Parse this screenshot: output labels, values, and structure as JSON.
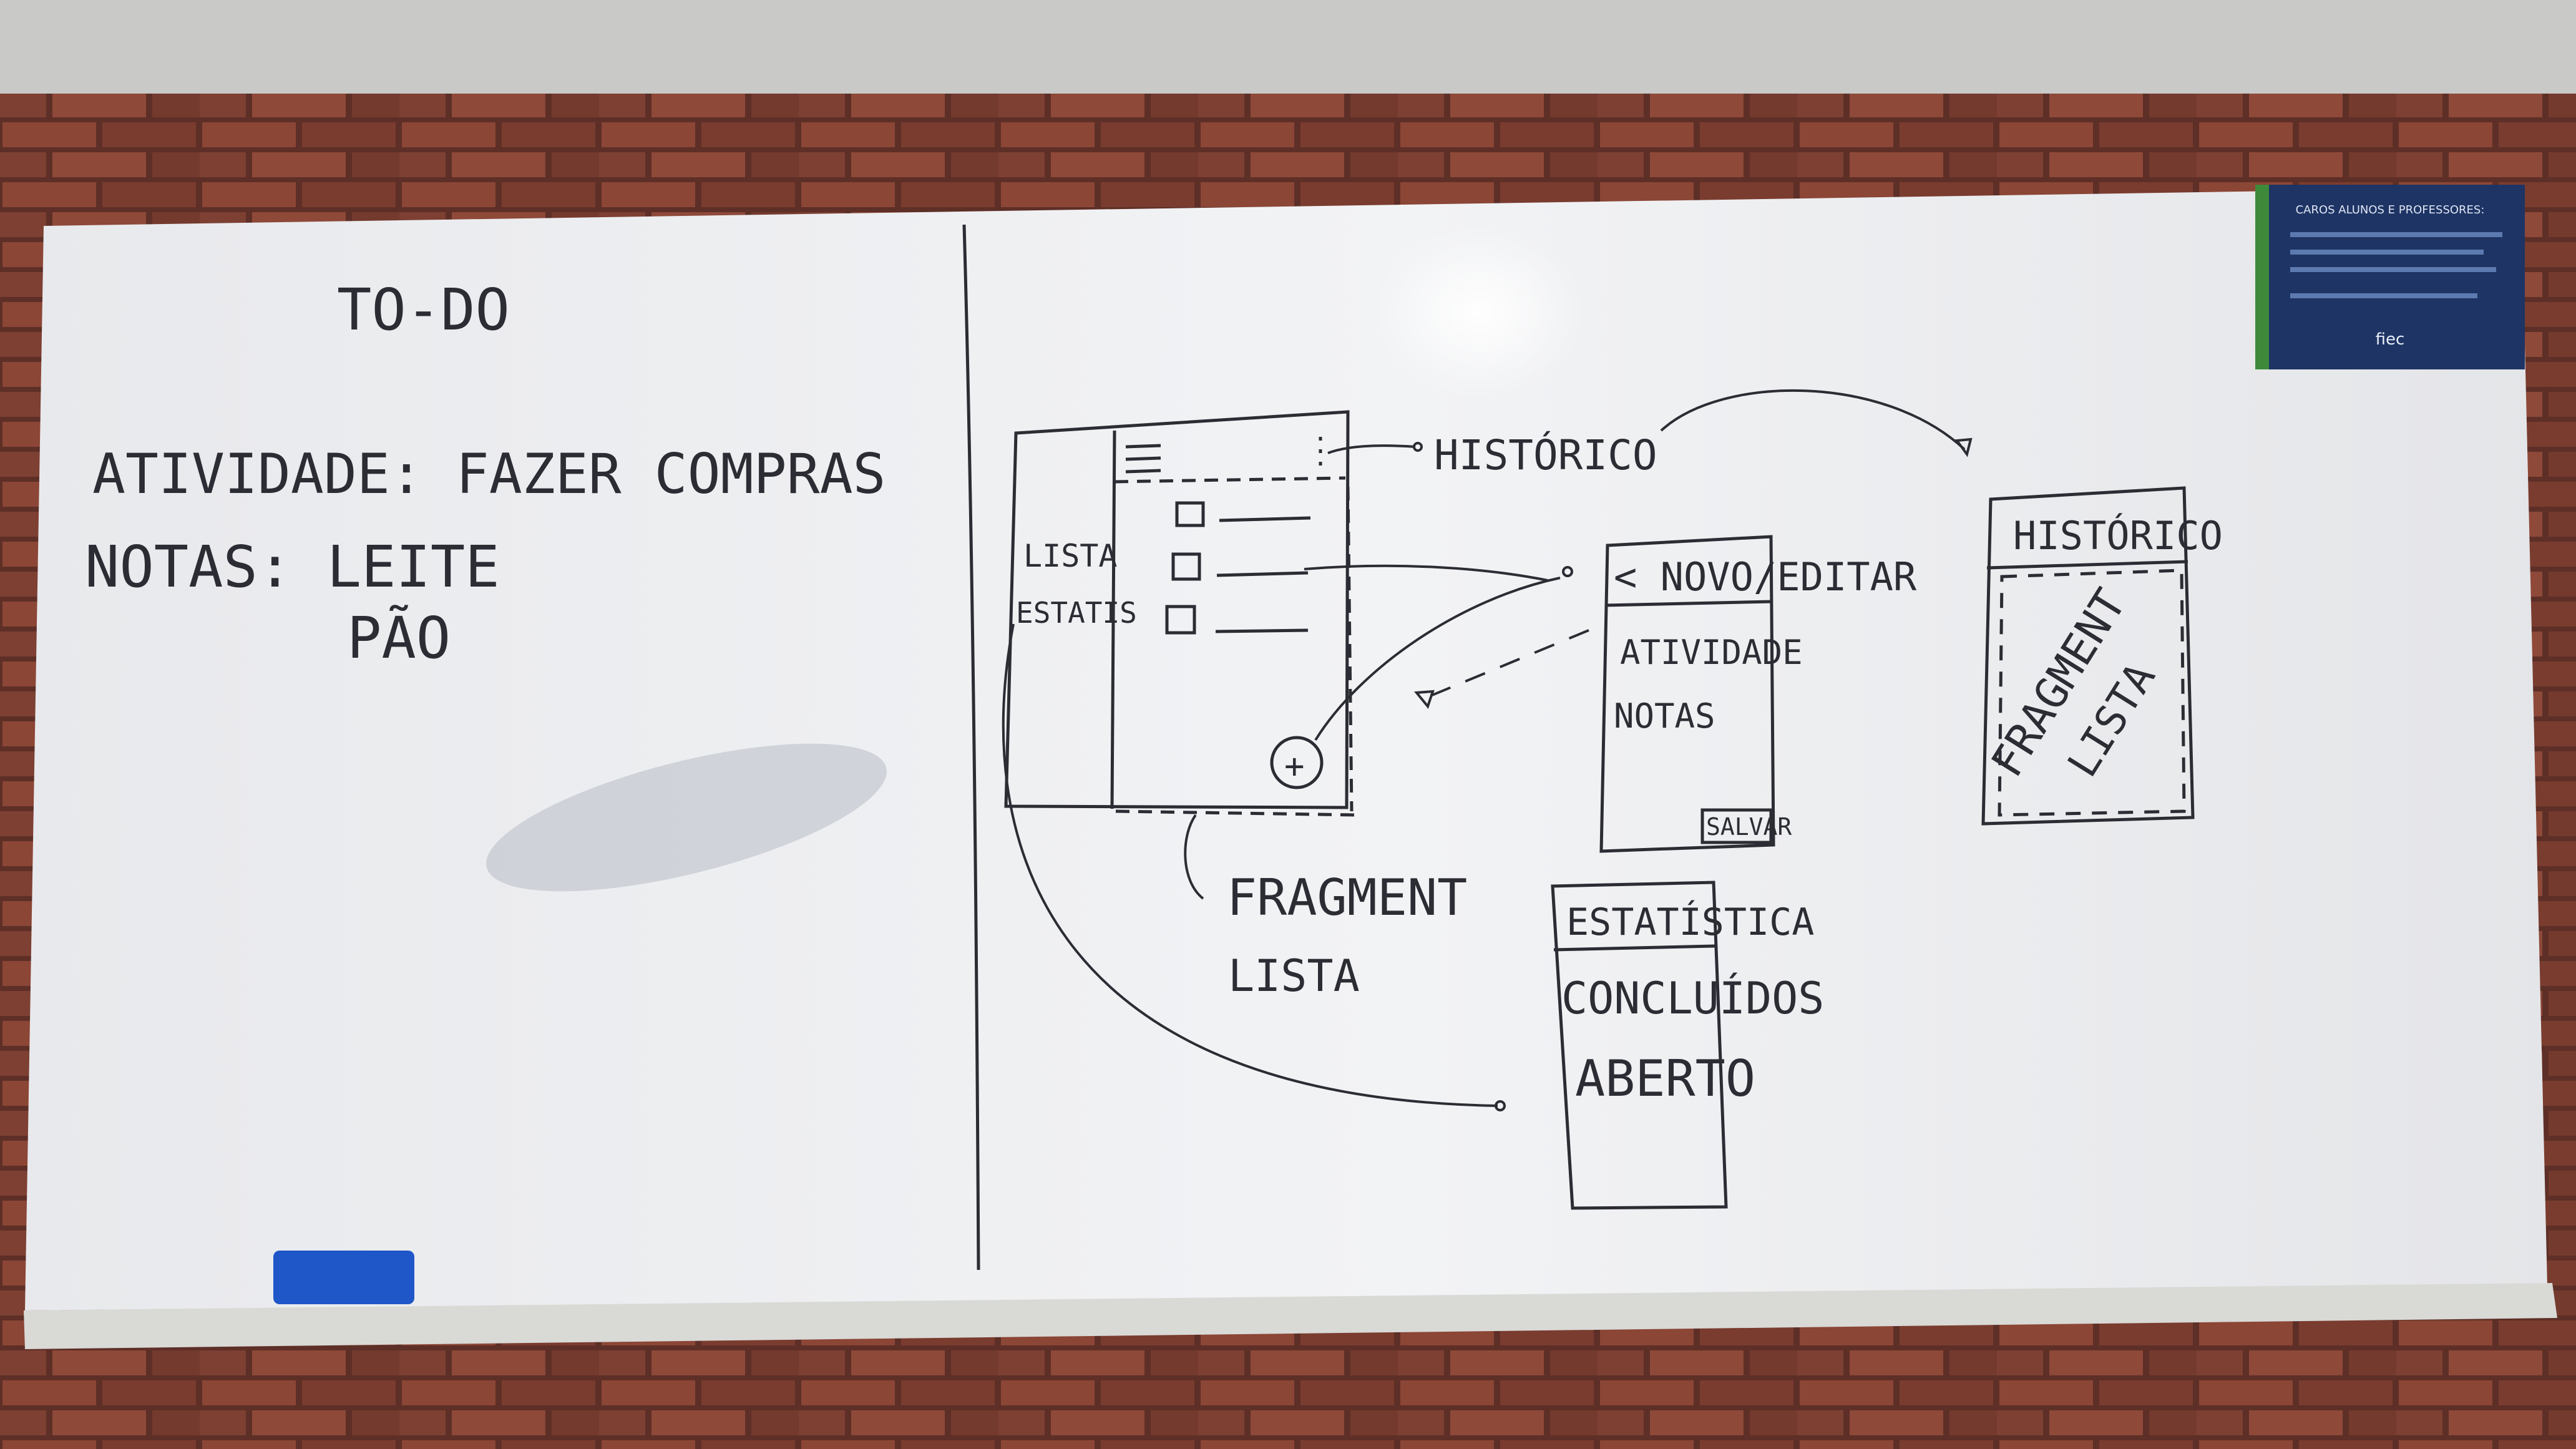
{
  "left_notes": {
    "title": "TO-DO",
    "activity_line": "ATIVIDADE: FAZER COMPRAS",
    "notes_line": "NOTAS: LEITE",
    "notes_line2": "PÃO"
  },
  "sketch": {
    "main_screen": {
      "drawer_item_1": "LISTA",
      "drawer_item_2": "ESTATIS",
      "add_button": "+"
    },
    "label_historico": "HISTÓRICO",
    "label_fragment": "FRAGMENT",
    "label_lista": "LISTA",
    "edit_screen": {
      "header": "< NOVO/EDITAR",
      "field_1": "ATIVIDADE",
      "field_2": "NOTAS",
      "save": "SALVAR"
    },
    "history_screen": {
      "header": "HISTÓRICO",
      "body_1": "FRAGMENT",
      "body_2": "LISTA"
    },
    "stats_screen": {
      "header": "ESTATÍSTICA",
      "row_1": "CONCLUÍDOS",
      "row_2": "ABERTO"
    }
  },
  "poster": {
    "heading": "CAROS ALUNOS E PROFESSORES:",
    "logo": "fiec"
  },
  "colors": {
    "wall": "#7a3b30",
    "board": "#eeeff2",
    "ink": "#2c2c34",
    "eraser": "#1f56c8",
    "poster": "#1e3464"
  }
}
